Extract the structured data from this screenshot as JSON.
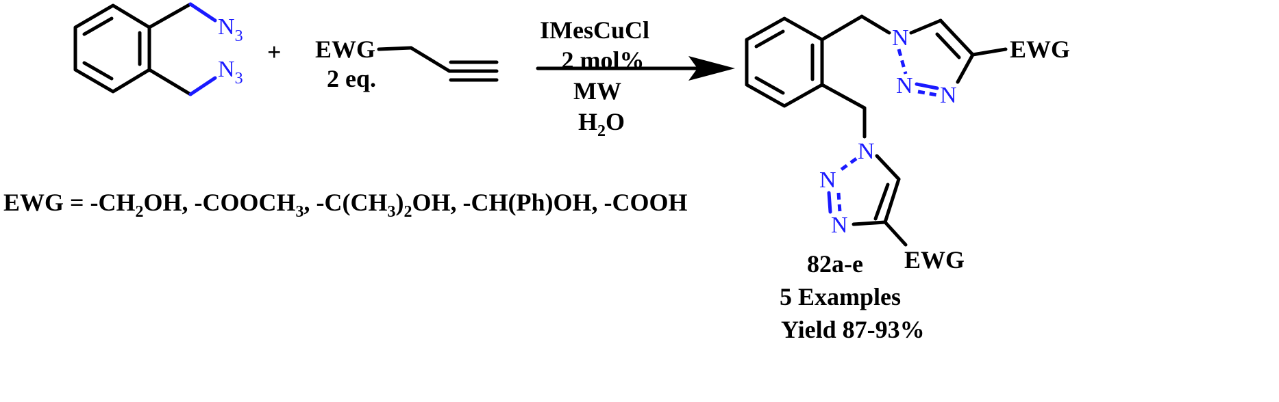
{
  "reactant1": {
    "azide_top": "N",
    "azide_top_sub": "3",
    "azide_bottom": "N",
    "azide_bottom_sub": "3"
  },
  "plus": "+",
  "reactant2": {
    "group": "EWG",
    "equivalents": "2 eq."
  },
  "conditions": {
    "catalyst": "IMesCuCl",
    "loading": "2 mol%",
    "heating": "MW",
    "solvent_main": "H",
    "solvent_sub": "2",
    "solvent_tail": "O"
  },
  "product": {
    "n1_top": "N",
    "n2_top": "N",
    "n3_top": "N",
    "ewg_top": "EWG",
    "n1_bottom": "N",
    "n2_bottom": "N",
    "n3_bottom": "N",
    "ewg_bottom": "EWG",
    "compound_id": "82a-e",
    "examples": "5 Examples",
    "yield": "Yield  87-93%"
  },
  "ewg_definition": {
    "p1": "EWG = -CH",
    "s1": "2",
    "p2": "OH, -COOCH",
    "s2": "3",
    "p3": ", -C(CH",
    "s3": "3",
    "p4": ")",
    "s4": "2",
    "p5": "OH, -CH(Ph)OH, -COOH"
  },
  "colors": {
    "bond": "#000000",
    "nitrogen": "#1a1aff"
  }
}
